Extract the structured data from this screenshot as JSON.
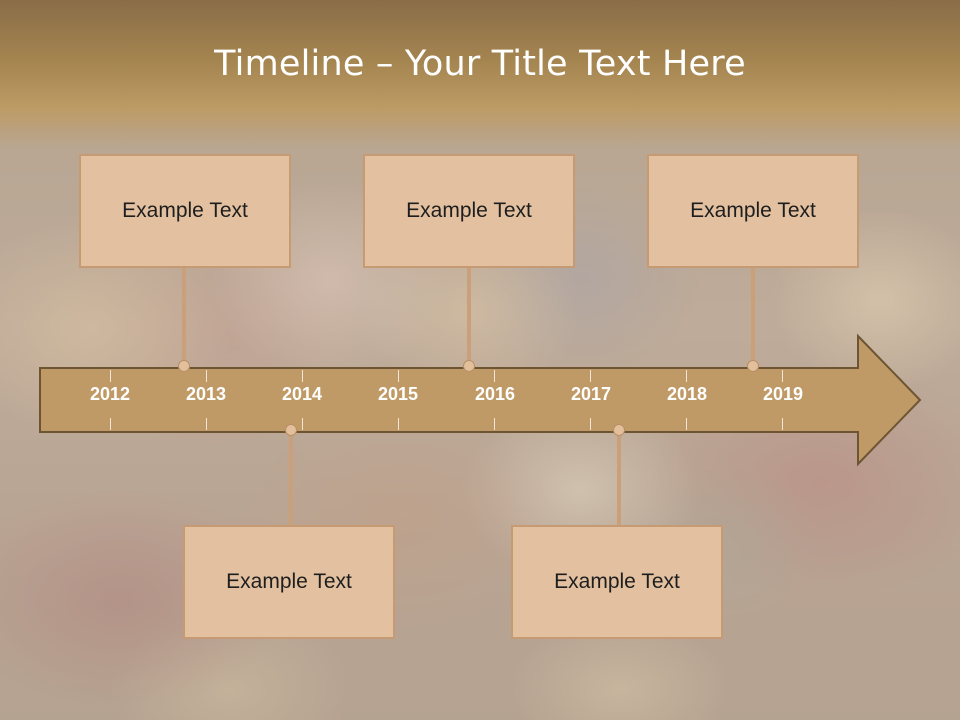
{
  "slide": {
    "title": "Timeline – Your Title Text Here"
  },
  "timeline": {
    "years": [
      "2012",
      "2013",
      "2014",
      "2015",
      "2016",
      "2017",
      "2018",
      "2019"
    ],
    "events_top": [
      {
        "label": "Example Text"
      },
      {
        "label": "Example Text"
      },
      {
        "label": "Example Text"
      }
    ],
    "events_bottom": [
      {
        "label": "Example Text"
      },
      {
        "label": "Example Text"
      }
    ]
  },
  "colors": {
    "header": "#a4844f",
    "arrow_fill": "#c09a66",
    "arrow_border": "#6d5533",
    "box_fill": "#e2c0a0",
    "box_border": "#c69a72"
  }
}
